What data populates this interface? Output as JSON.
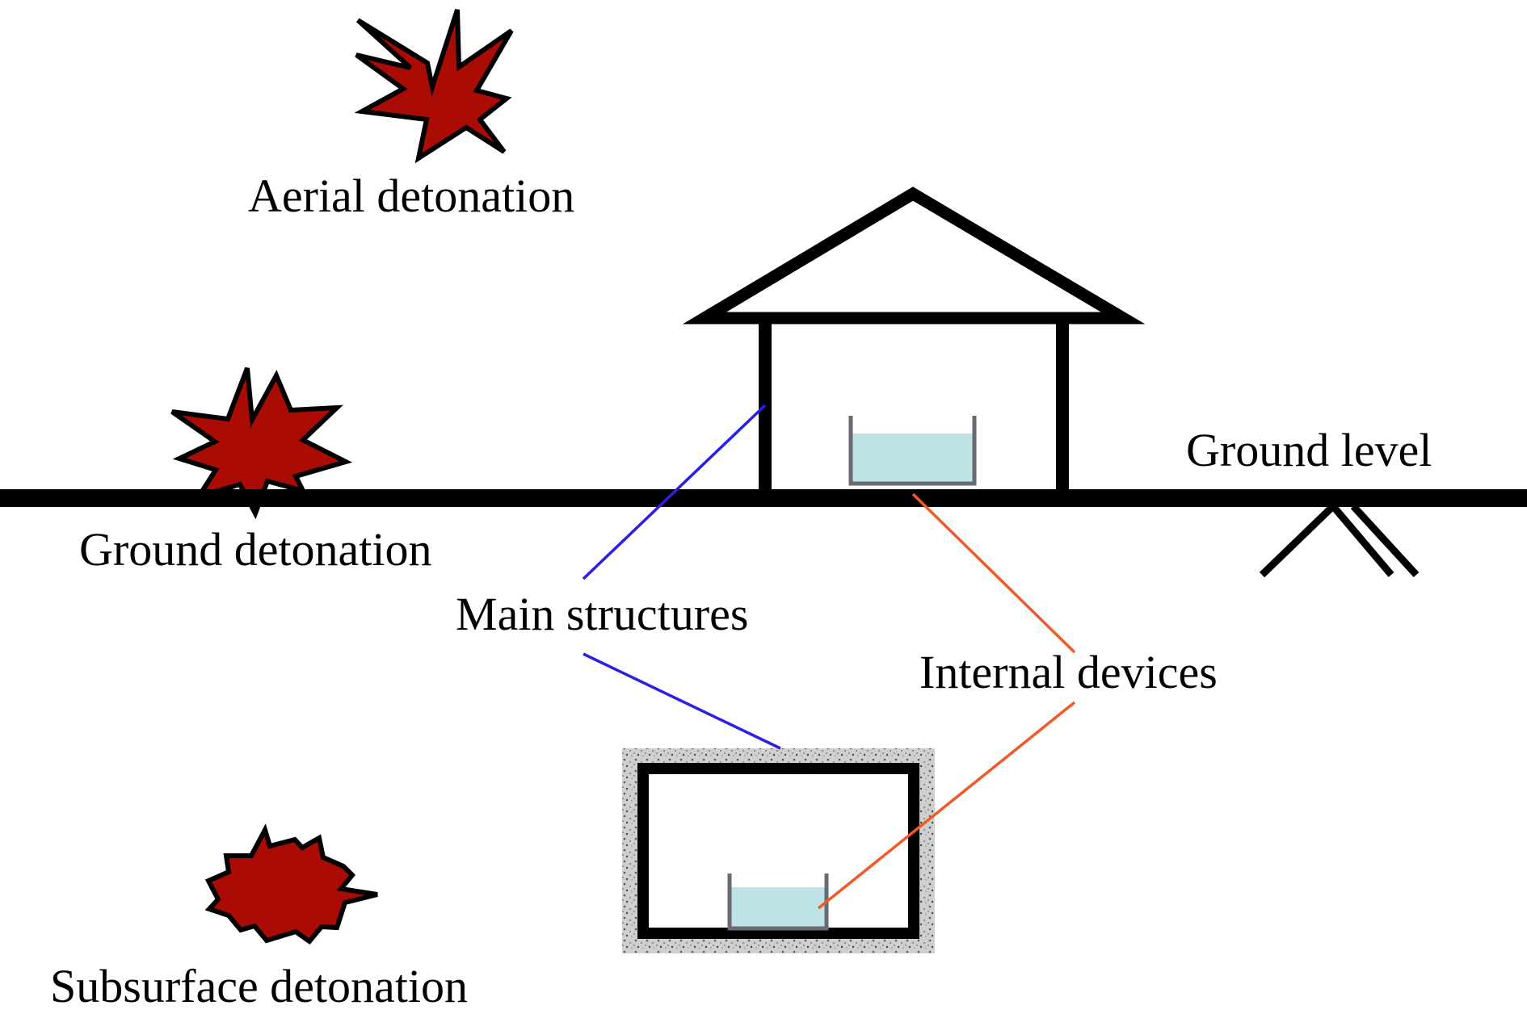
{
  "labels": {
    "aerial": "Aerial detonation",
    "ground": "Ground detonation",
    "subsurface": "Subsurface detonation",
    "ground_level": "Ground level",
    "main_structures": "Main structures",
    "internal_devices": "Internal devices"
  },
  "colors": {
    "explosion_fill": "#aa0c05",
    "outline": "#000000",
    "main_structures_leader": "#2b1fe6",
    "internal_devices_leader": "#f05a28",
    "device_fill": "#bde3e6",
    "device_frame": "#6a6a72",
    "soil_fill": "#c8c8c8"
  },
  "icons": {
    "explosion": "explosion-burst-icon",
    "ground_hatch": "ground-hatch-icon"
  }
}
